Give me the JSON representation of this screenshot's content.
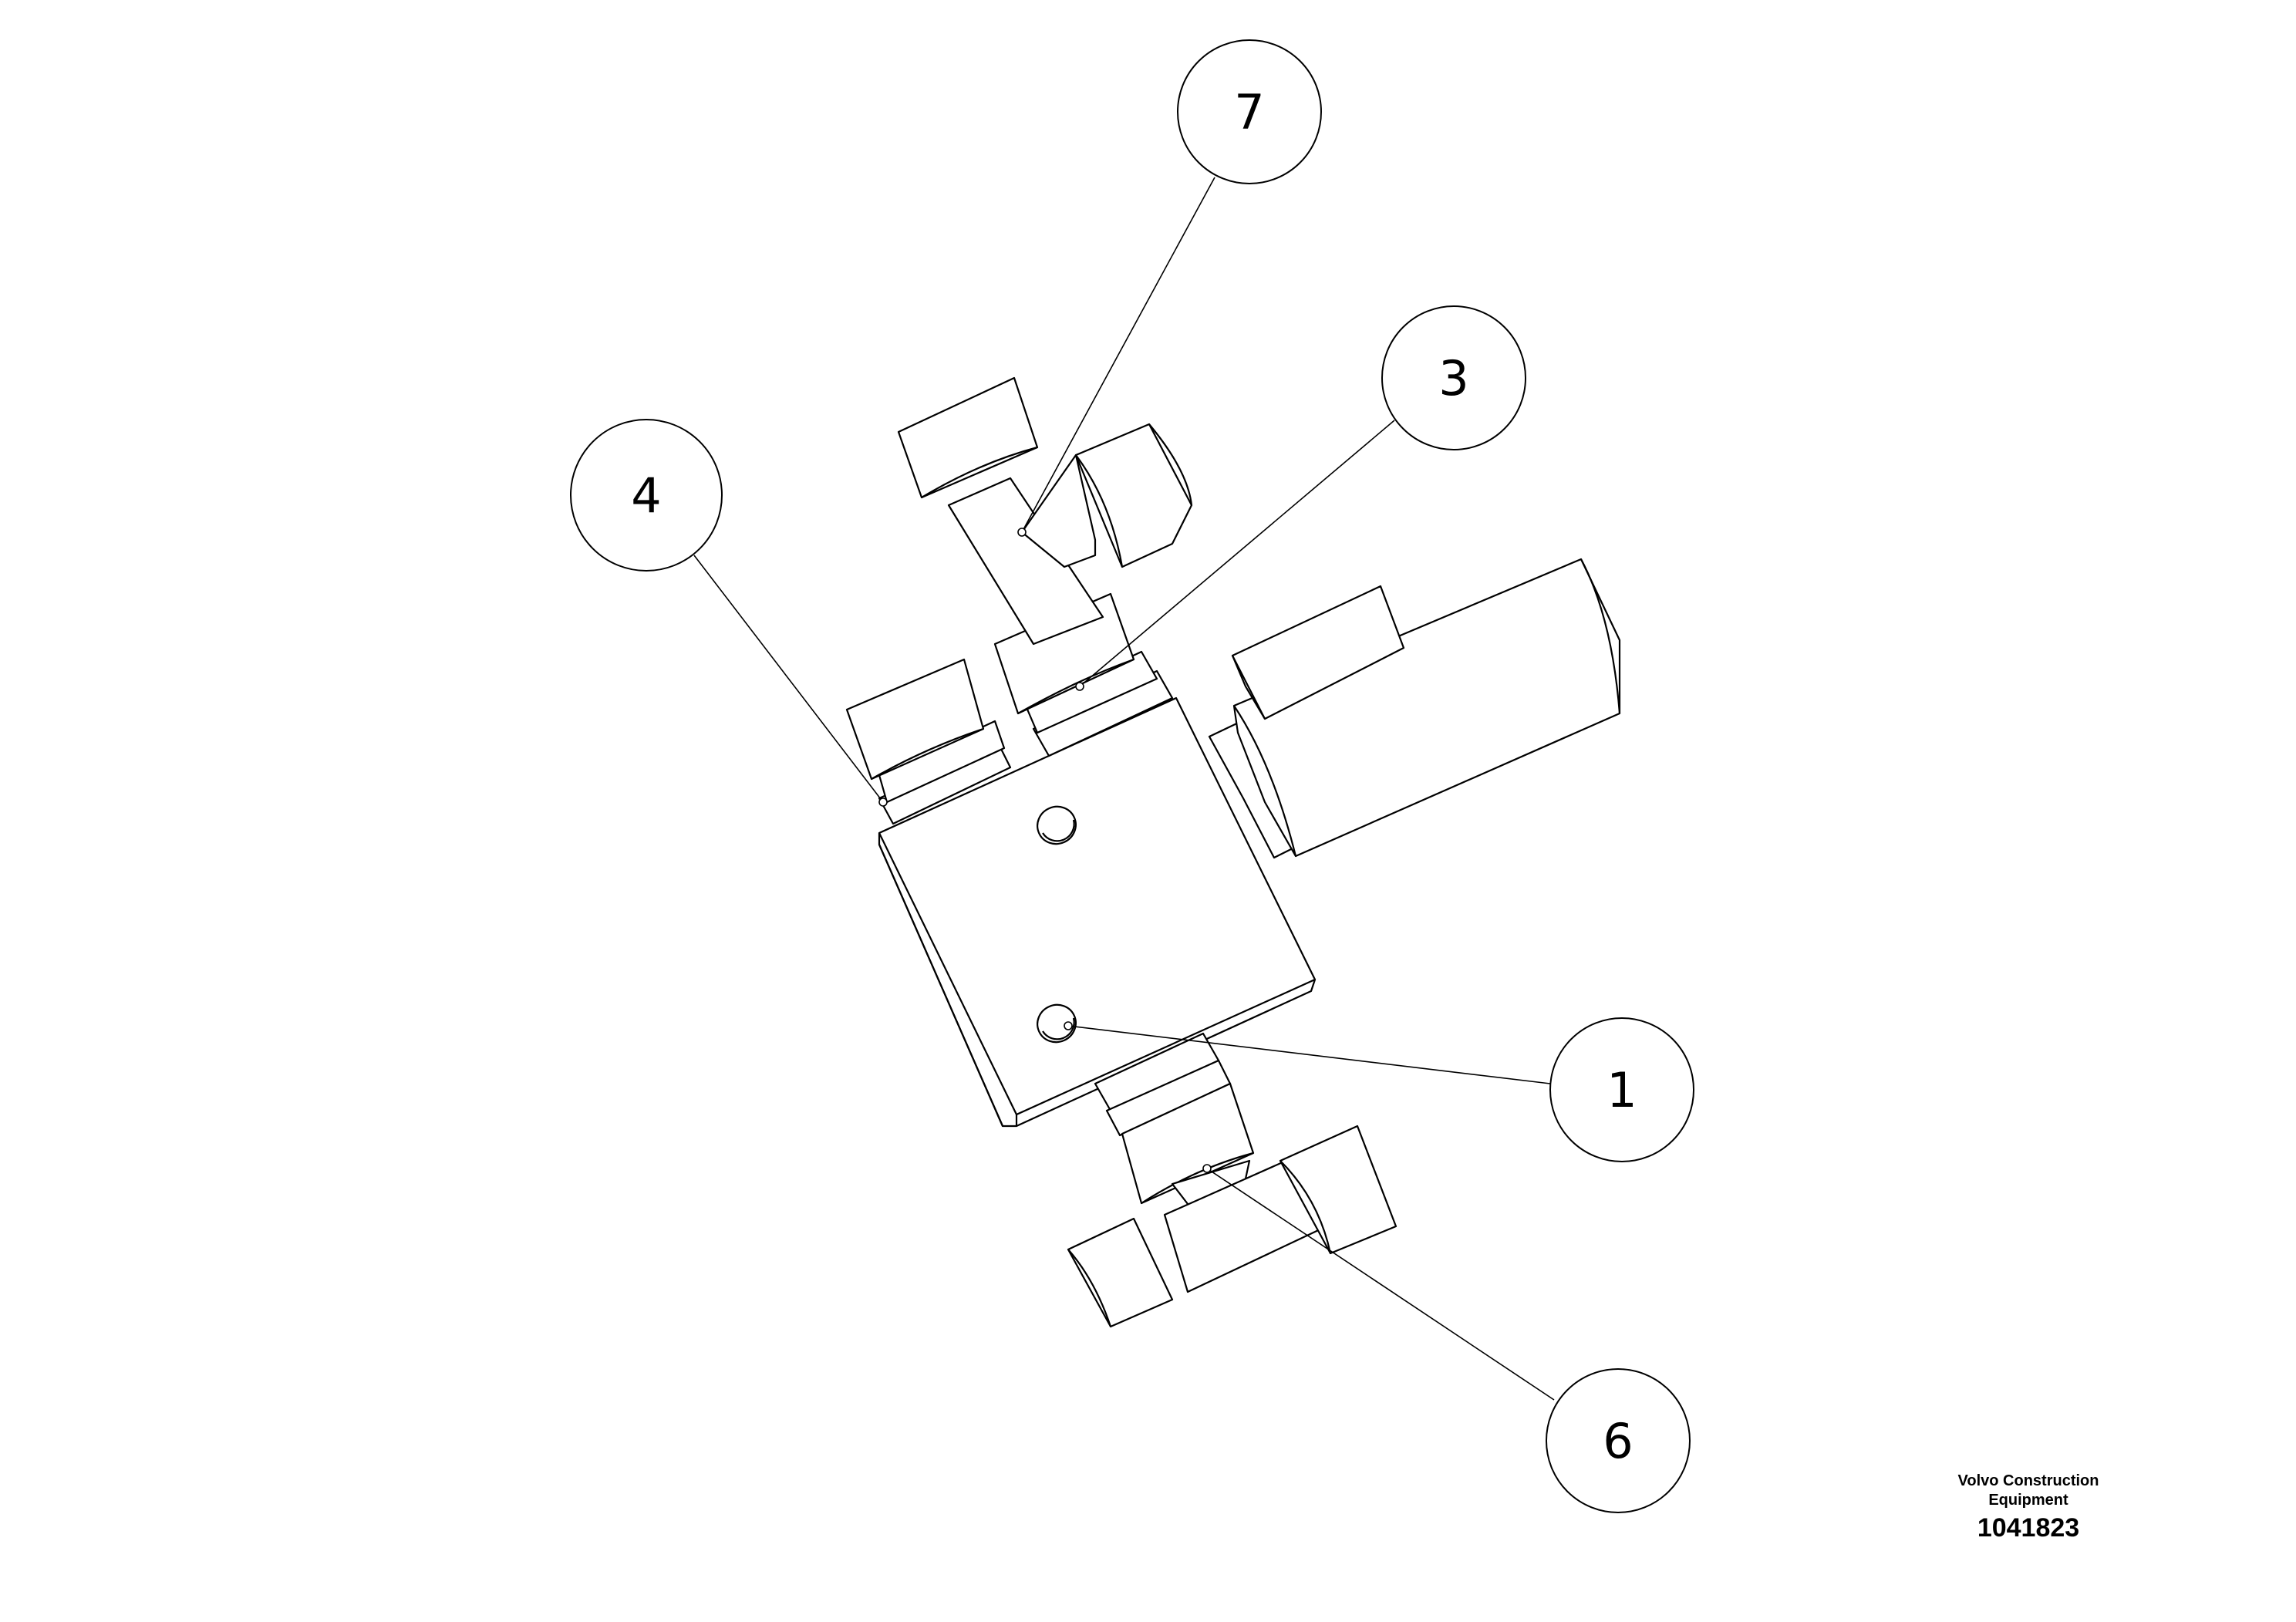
{
  "diagram": {
    "callouts": [
      {
        "id": "callout-1",
        "label": "1"
      },
      {
        "id": "callout-3",
        "label": "3"
      },
      {
        "id": "callout-4",
        "label": "4"
      },
      {
        "id": "callout-6",
        "label": "6"
      },
      {
        "id": "callout-7",
        "label": "7"
      }
    ]
  },
  "footer": {
    "company_line1": "Volvo Construction",
    "company_line2": "Equipment",
    "document_number": "1041823"
  }
}
